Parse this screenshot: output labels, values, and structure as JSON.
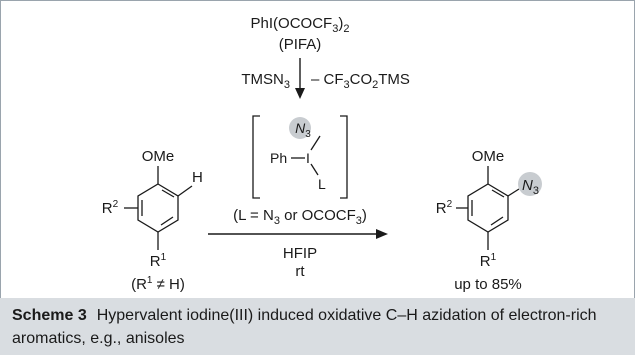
{
  "reagent": {
    "pifa_base": "PhI(OCOCF",
    "pifa_sub": "3",
    "pifa_close": ")",
    "pifa_sub2": "2",
    "pifa_abbr": "(PIFA)",
    "tmsn3_base": "TMSN",
    "tmsn3_sub": "3",
    "byproduct_pre": "– CF",
    "byproduct_sub1": "3",
    "byproduct_mid": "CO",
    "byproduct_sub2": "2",
    "byproduct_post": "TMS"
  },
  "intermediate": {
    "ph": "Ph",
    "iodine": "I",
    "n3_base": "N",
    "n3_sub": "3",
    "ligand": "L",
    "def_pre": "(L = N",
    "def_sub1": "3",
    "def_mid": " or OCOCF",
    "def_sub2": "3",
    "def_post": ")"
  },
  "conditions": {
    "solvent": "HFIP",
    "temp": "rt"
  },
  "substrate": {
    "ome": "OMe",
    "h": "H",
    "r2": "R",
    "r2_sup": "2",
    "r1": "R",
    "r1_sup": "1",
    "constraint_pre": "(R",
    "constraint_sup": "1",
    "constraint_post": " ≠ H)"
  },
  "product": {
    "ome": "OMe",
    "n3_base": "N",
    "n3_sub": "3",
    "r2": "R",
    "r2_sup": "2",
    "r1": "R",
    "r1_sup": "1",
    "yield": "up to 85%"
  },
  "caption": {
    "label": "Scheme 3",
    "text": "Hypervalent iodine(III) induced oxidative C–H azidation of electron-rich aromatics, e.g., anisoles"
  },
  "colors": {
    "highlight": "#c8ccd0",
    "caption_bg": "#d9dde1",
    "frame": "#9aa4ad"
  }
}
